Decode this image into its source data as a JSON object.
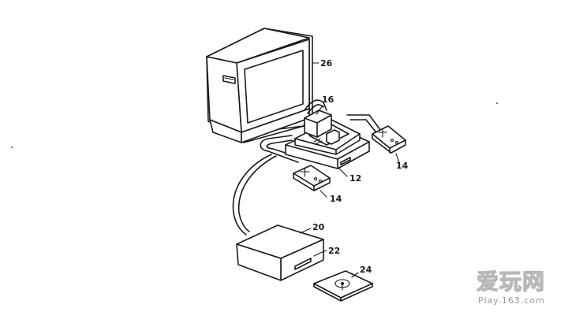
{
  "labels": {
    "monitor": "26",
    "cartridge": "16",
    "controller_right": "14",
    "controller_left": "14",
    "console": "12",
    "disk_drive": "20",
    "disk_slot": "22",
    "floppy_disk": "24"
  },
  "watermark": {
    "main": "爱玩网",
    "sub": "Play.163.com",
    "color": "#b8b8b8"
  }
}
